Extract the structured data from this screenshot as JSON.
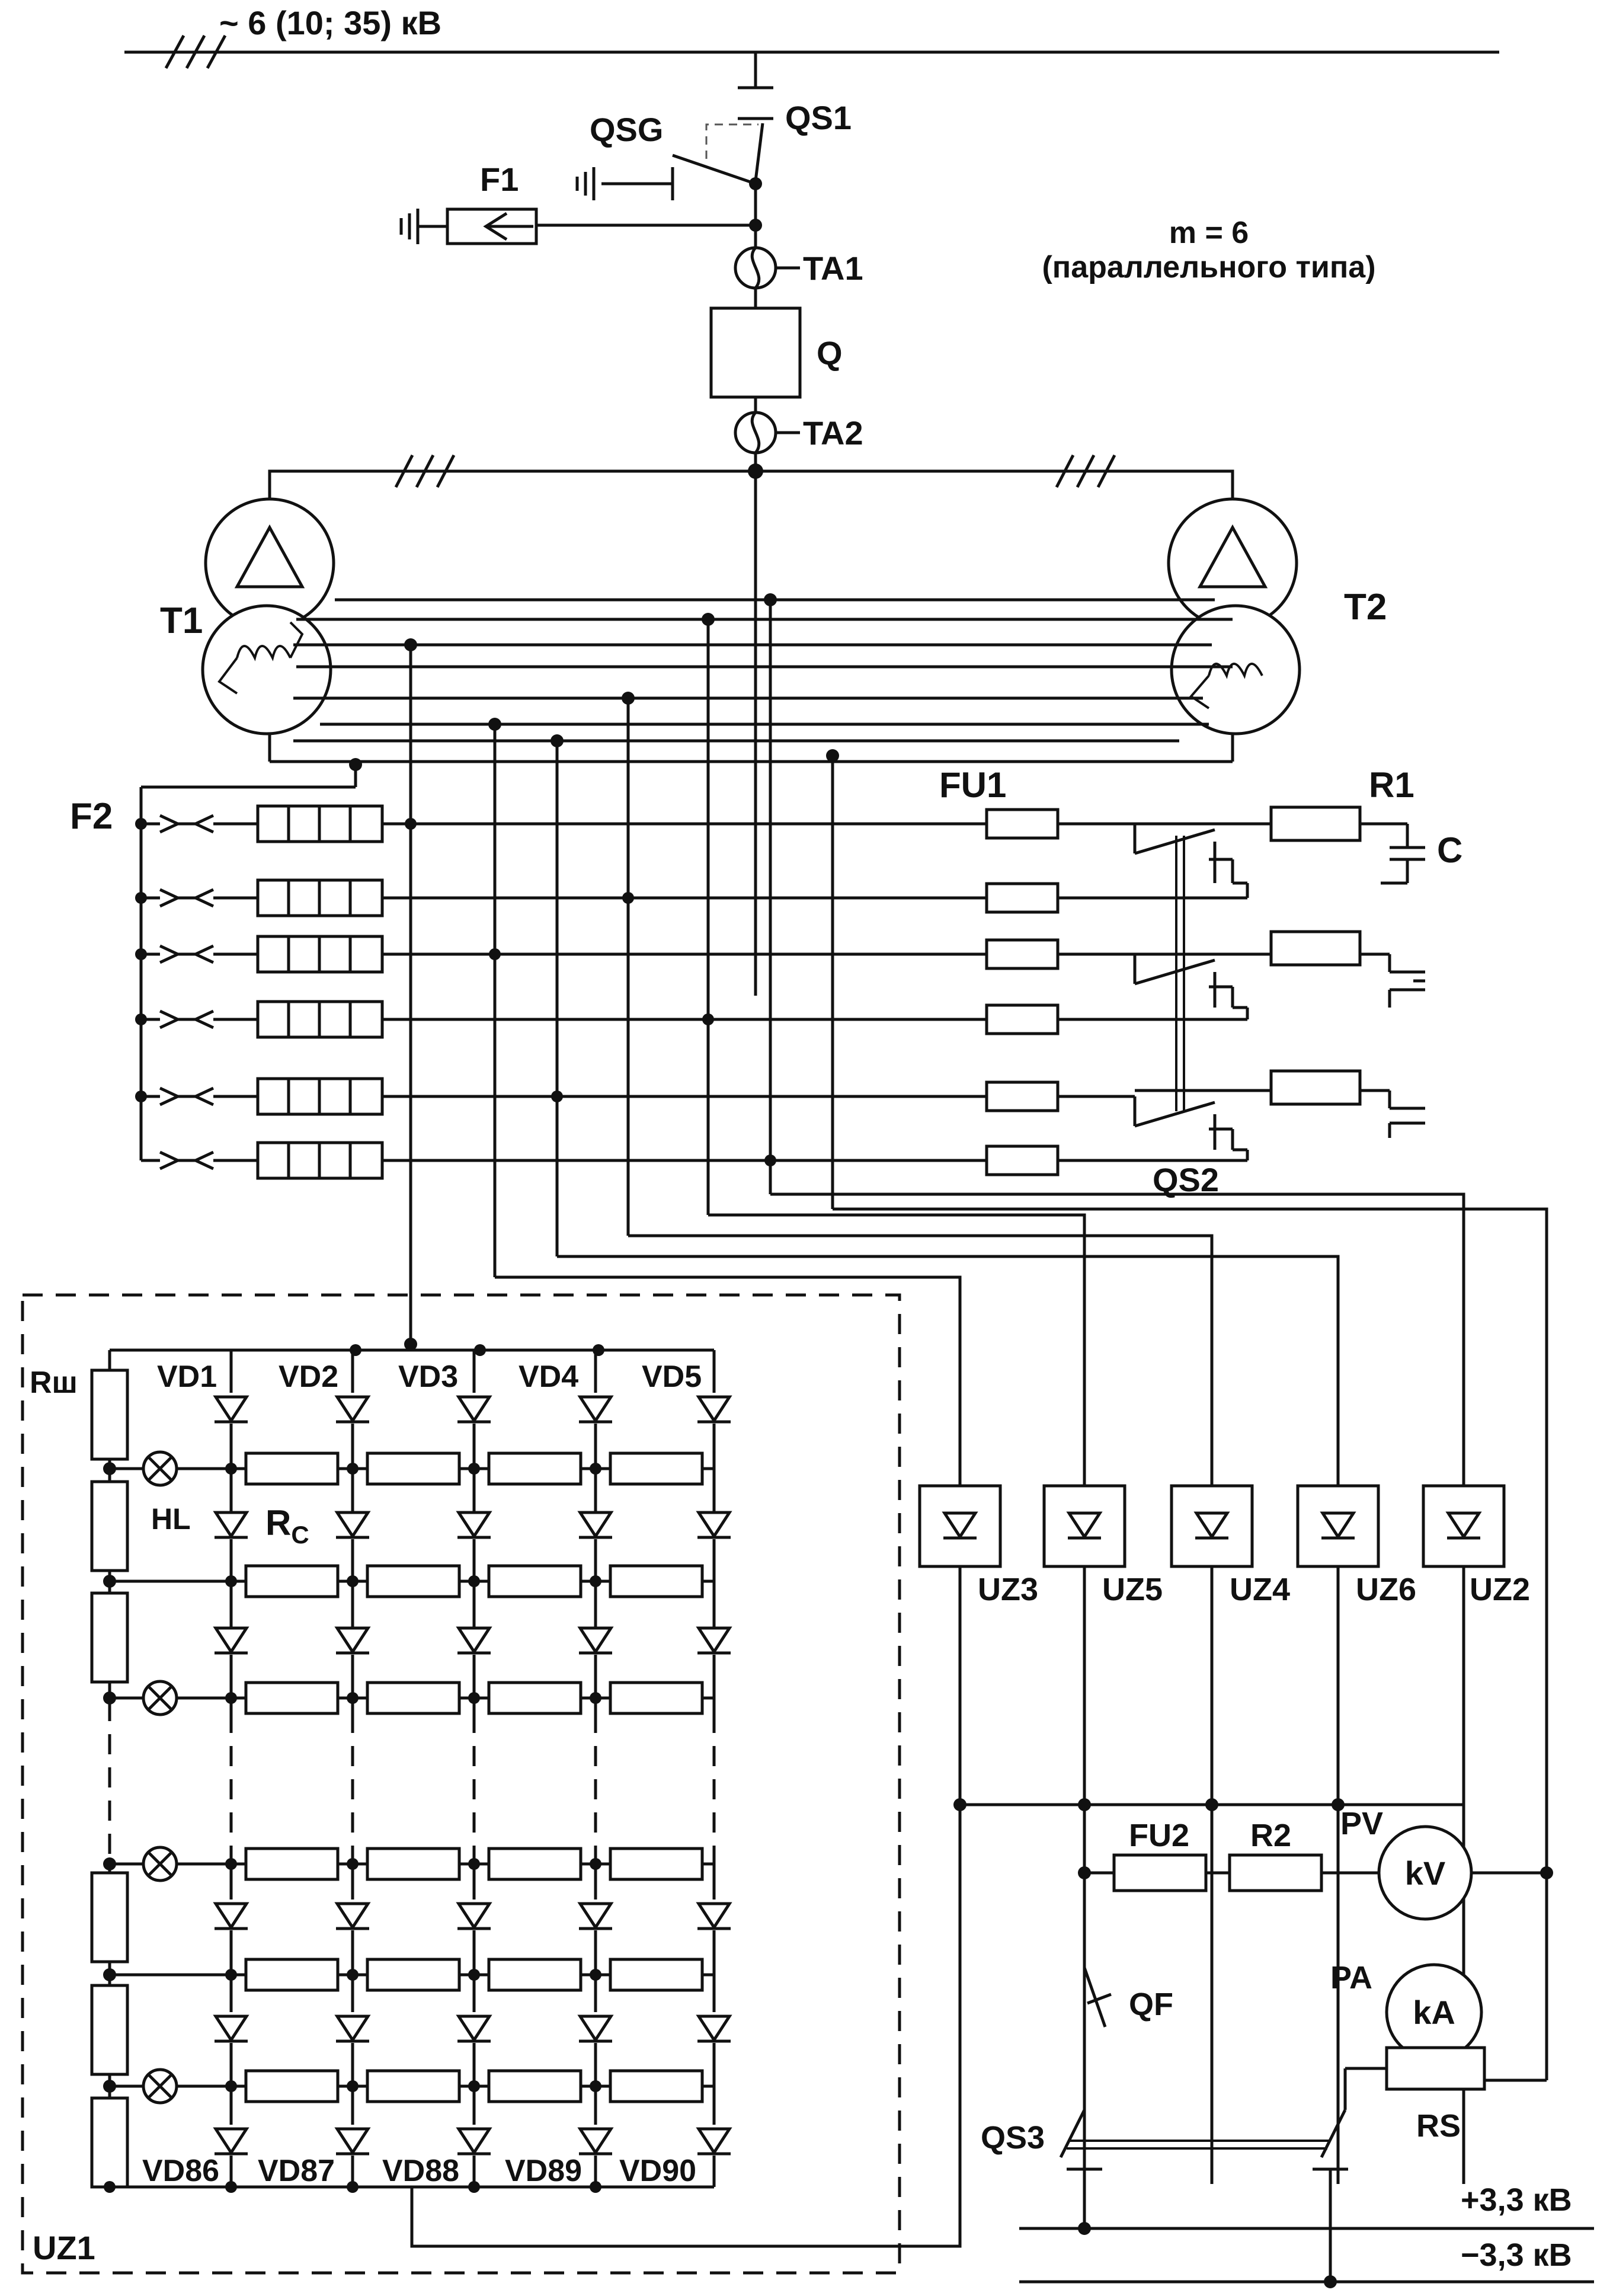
{
  "header": {
    "bus_voltage": "~ 6 (10; 35) кВ"
  },
  "note": {
    "line1": "m = 6",
    "line2": "(параллельного типа)"
  },
  "labels": {
    "qs1": "QS1",
    "qsg": "QSG",
    "f1": "F1",
    "ta1": "TA1",
    "q": "Q",
    "ta2": "TA2",
    "t1": "T1",
    "t2": "T2",
    "f2": "F2",
    "fu1": "FU1",
    "r1": "R1",
    "c": "C",
    "qs2": "QS2",
    "rsh": "Rш",
    "hl": "HL",
    "rc_main": "R",
    "rc_sub": "C",
    "uz1": "UZ1",
    "fu2": "FU2",
    "r2": "R2",
    "pv": "PV",
    "kv": "kV",
    "pa": "PA",
    "ka": "kA",
    "qf": "QF",
    "rs": "RS",
    "qs3": "QS3",
    "plus": "+3,3 кВ",
    "minus": "−3,3 кВ"
  },
  "vd_top": [
    "VD1",
    "VD2",
    "VD3",
    "VD4",
    "VD5"
  ],
  "vd_bottom": [
    "VD86",
    "VD87",
    "VD88",
    "VD89",
    "VD90"
  ],
  "uz_labels": [
    "UZ3",
    "UZ5",
    "UZ4",
    "UZ6",
    "UZ2"
  ]
}
